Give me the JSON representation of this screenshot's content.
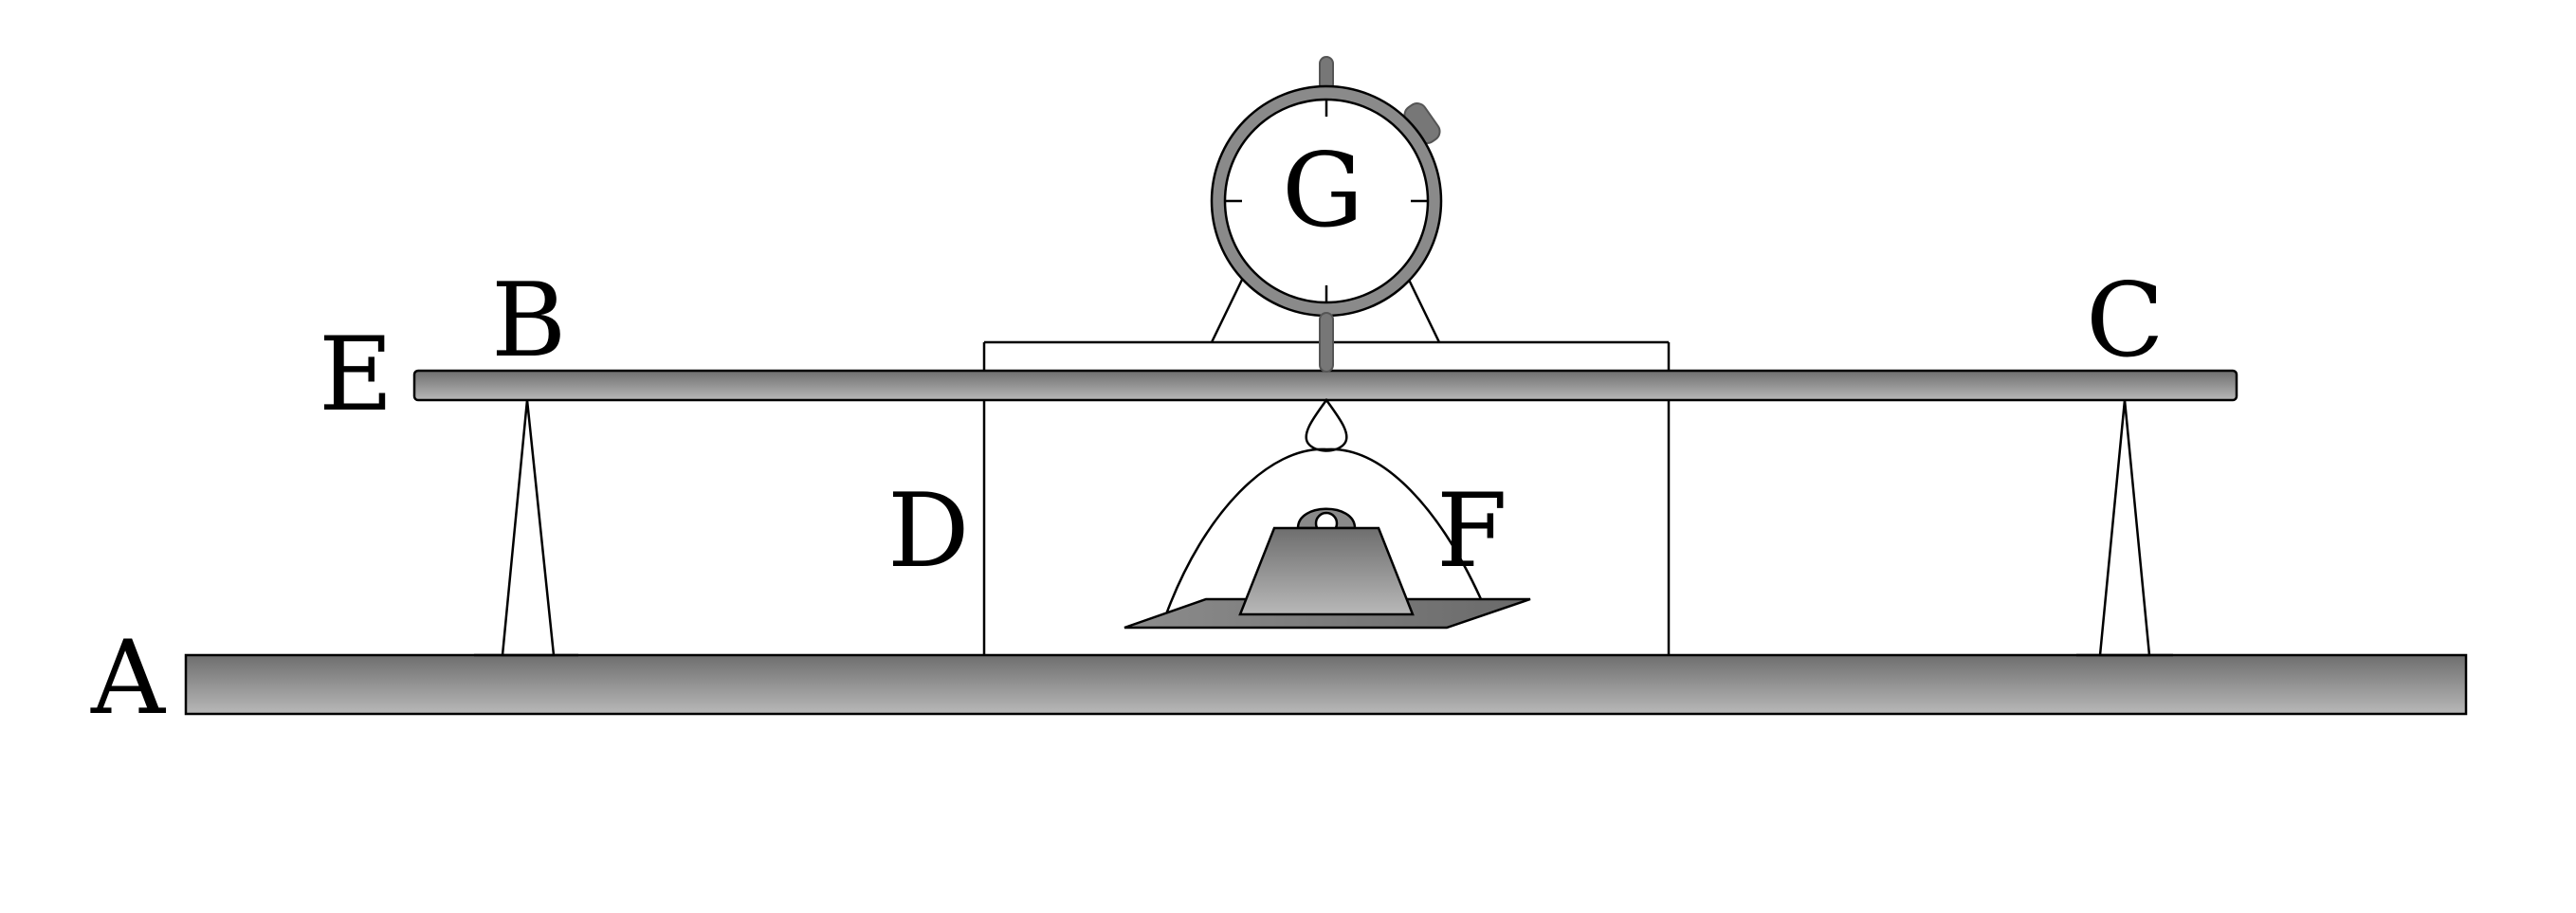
{
  "labels": {
    "A": "A",
    "B": "B",
    "C": "C",
    "D": "D",
    "E": "E",
    "F": "F",
    "G": "G"
  },
  "colors": {
    "bar_light": "#b8b8b8",
    "bar_dark": "#6e6e6e",
    "gauge_ring": "#8a8a8a",
    "outline": "#000000",
    "background": "#ffffff"
  }
}
